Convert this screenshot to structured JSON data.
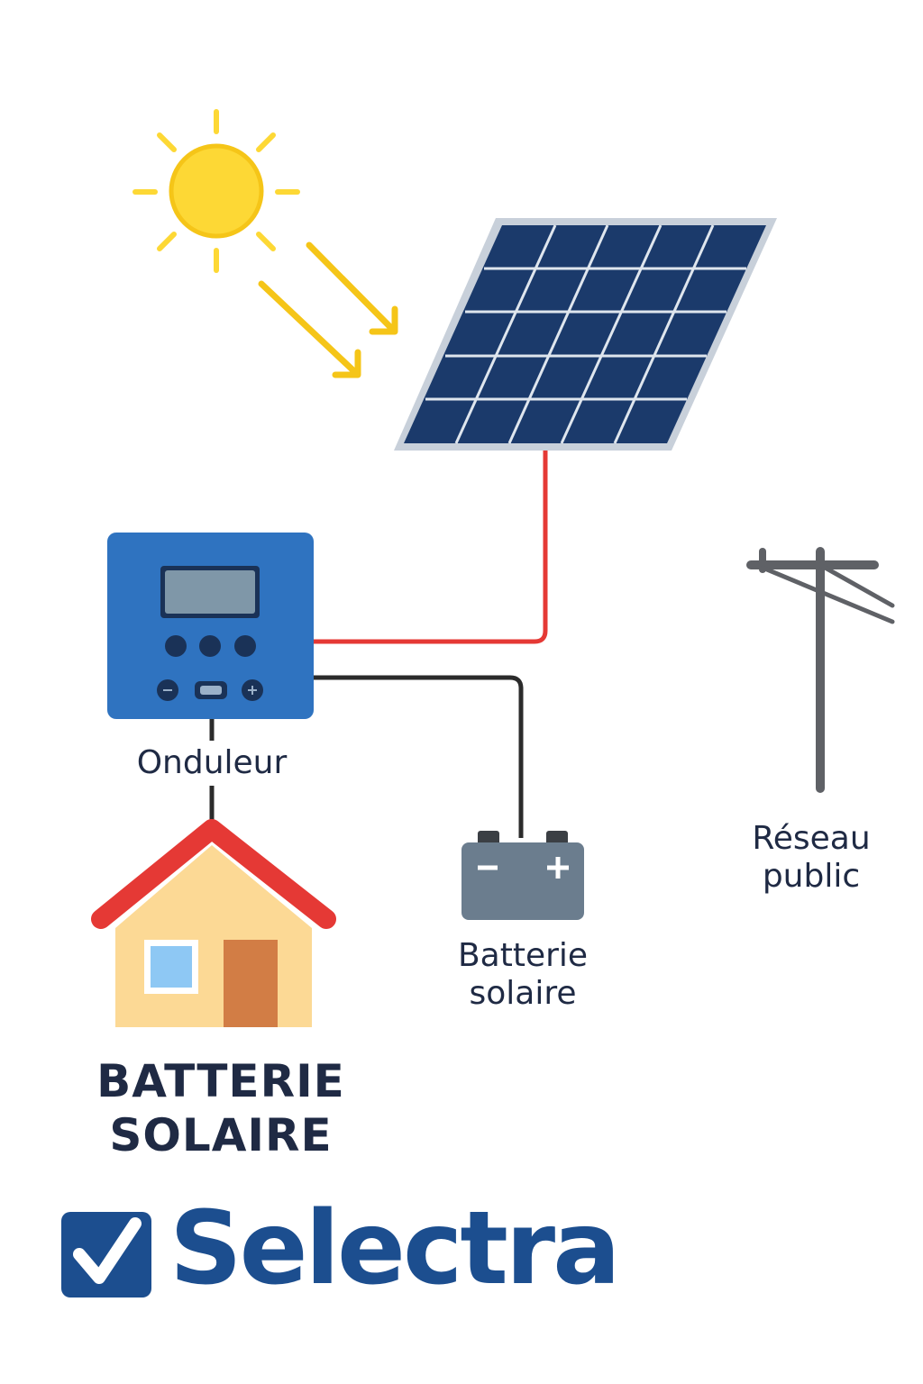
{
  "labels": {
    "inverter": "Onduleur",
    "battery_line1": "Batterie",
    "battery_line2": "solaire",
    "grid_line1": "Réseau",
    "grid_line2": "public"
  },
  "title": {
    "line1": "BATTERIE",
    "line2": "SOLAIRE"
  },
  "brand": {
    "name": "Selectra",
    "color": "#1c4e8f"
  },
  "colors": {
    "sun": "#fdd835",
    "sun_outline": "#f5c518",
    "panel_cell": "#1b3a6b",
    "panel_frame": "#c8d0da",
    "inverter": "#2f73c0",
    "wire_positive": "#e53935",
    "wire_negative": "#2b2b2b",
    "battery": "#6b7d8e",
    "roof": "#e53935",
    "house_wall": "#fcd995",
    "door": "#d27d45",
    "window": "#8ec8f4",
    "pole": "#5f6166"
  },
  "icons": [
    "sun-icon",
    "solar-panel-icon",
    "inverter-icon",
    "battery-icon",
    "house-icon",
    "utility-pole-icon",
    "checkmark-icon"
  ]
}
